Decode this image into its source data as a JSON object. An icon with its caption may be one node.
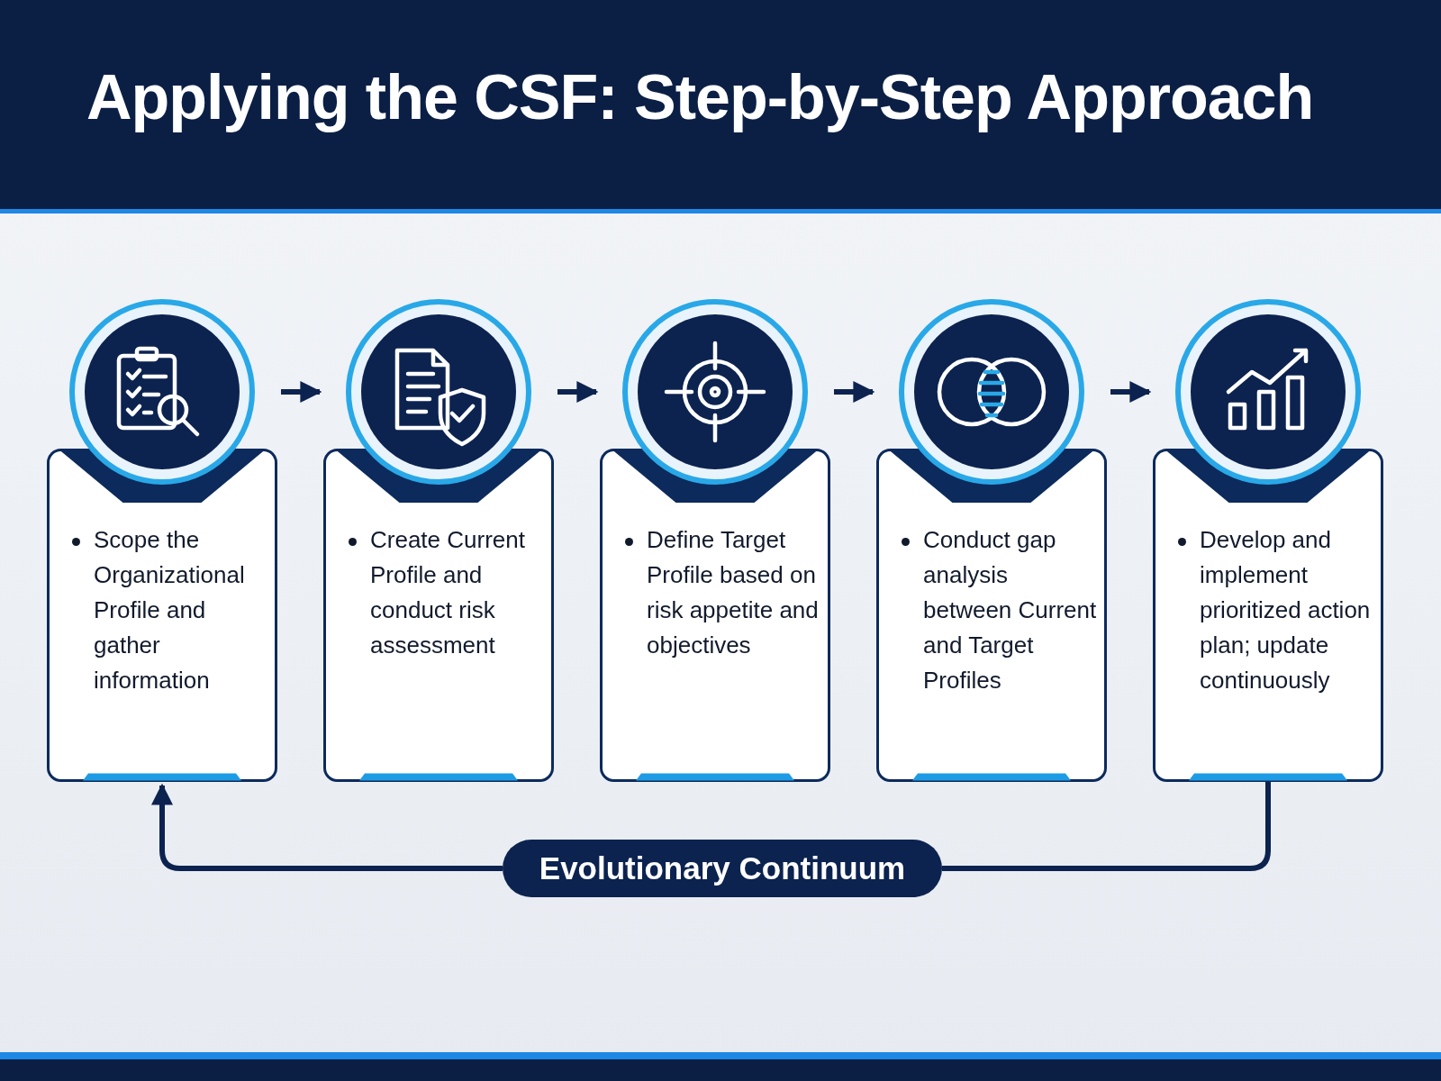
{
  "diagram": {
    "title": "Applying the CSF: Step-by-Step Approach",
    "nodes": [
      {
        "text": [
          "Scope the Organizational Profile and gather information"
        ]
      },
      {
        "text": [
          "Create Current Profile and conduct risk assessment"
        ]
      },
      {
        "text": [
          "Define Target Profile based on risk appetite and objectives"
        ]
      },
      {
        "text": [
          "Conduct gap analysis between Current and Target Profiles"
        ]
      },
      {
        "text": [
          "Develop and implement prioritized action plan; update continuously"
        ]
      },
      {
        "text": [
          "Evolutionary Continuum"
        ]
      }
    ],
    "edges": [
      {
        "from": 0,
        "to": 1,
        "arrow": "to"
      },
      {
        "from": 1,
        "to": 2,
        "arrow": "to"
      },
      {
        "from": 2,
        "to": 3,
        "arrow": "to"
      },
      {
        "from": 3,
        "to": 4,
        "arrow": "to"
      },
      {
        "from": 4,
        "to": 5,
        "arrow": "none"
      },
      {
        "from": 5,
        "to": 0,
        "arrow": "to"
      }
    ]
  }
}
